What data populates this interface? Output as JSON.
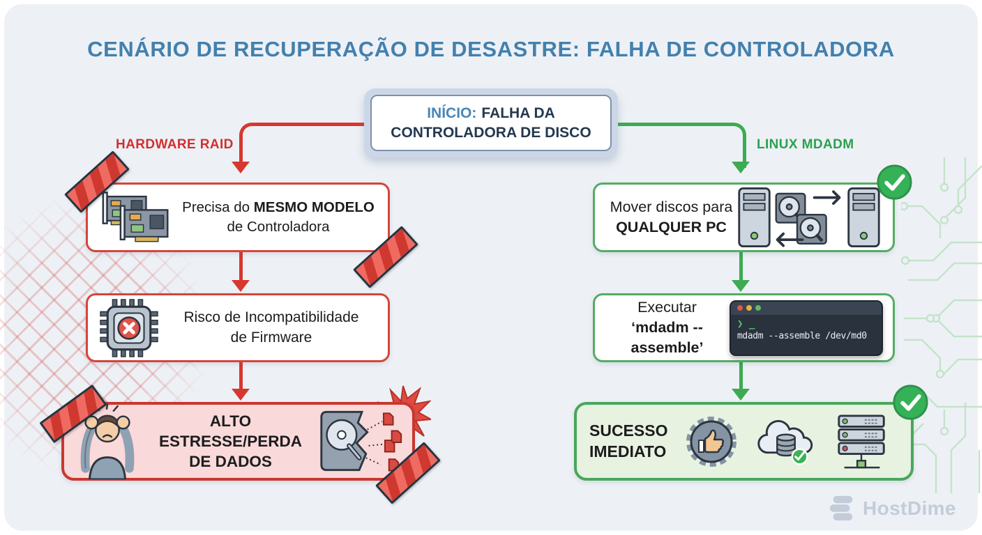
{
  "title": "CENÁRIO DE RECUPERAÇÃO DE DESASTRE: FALHA DE CONTROLADORA",
  "start_node": {
    "prefix": "INÍCIO:",
    "line1": "FALHA DA",
    "line2": "CONTROLADORA DE DISCO"
  },
  "left_branch": {
    "label": "HARDWARE RAID",
    "step1": {
      "pre": "Precisa do",
      "bold": "MESMO MODELO",
      "line2": "de Controladora"
    },
    "step2": {
      "line1": "Risco de Incompatibilidade",
      "line2": "de Firmware"
    },
    "step3": {
      "line1": "ALTO ESTRESSE/PERDA",
      "line2": "DE DADOS"
    }
  },
  "right_branch": {
    "label": "LINUX MDADM",
    "step1": {
      "line1": "Mover discos para",
      "bold": "QUALQUER PC"
    },
    "step2": {
      "line1": "Executar",
      "bold": "‘mdadm --assemble’"
    },
    "step3": {
      "line1": "SUCESSO",
      "line2": "IMEDIATO"
    }
  },
  "terminal": {
    "prompt": "❯",
    "cursor": "_",
    "command": "mdadm --assemble /dev/md0"
  },
  "footer": {
    "brand": "HostDime"
  },
  "icon_names": {
    "left_step1": "raid-cards-icon",
    "left_step2": "chip-error-icon",
    "left_step3a": "stressed-person-icon",
    "left_step3b": "broken-disk-icon",
    "right_step1": "pc-migration-icon",
    "right_step2": "terminal-window",
    "right_step3": [
      "thumbs-up-badge-icon",
      "cloud-database-check-icon",
      "server-rack-icon"
    ],
    "success_marker": "check-badge-icon",
    "brand_mark": "hostdime-logo-icon"
  },
  "colors": {
    "accent_blue": "#4380ad",
    "accent_red": "#d6382f",
    "accent_green": "#3cab51",
    "navy": "#24384f",
    "danger_fill": "#f9d9d9",
    "success_fill": "#e7f2e1"
  }
}
